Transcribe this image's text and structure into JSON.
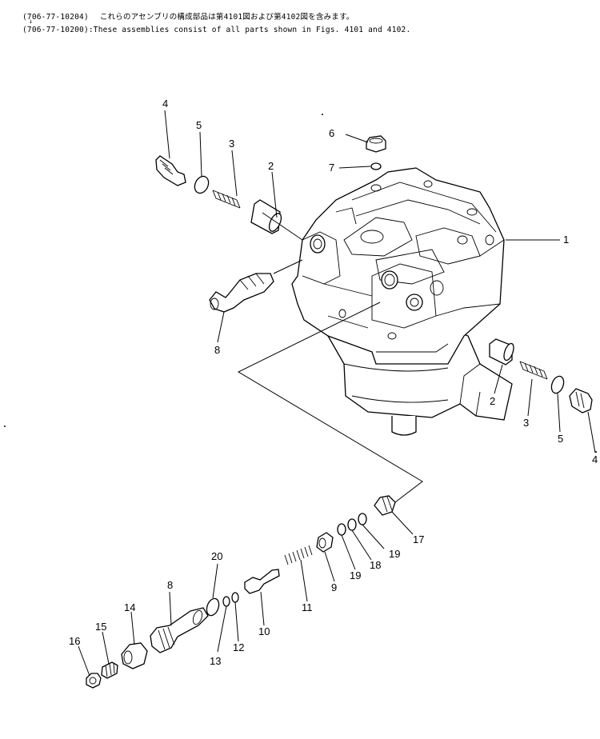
{
  "header": {
    "line1": "(706-77-10204)",
    "line1_jp": "これらのアセンブリの構成部品は第4101図および第4102図を含みます。",
    "line2_mark": "↓",
    "line2": "(706-77-10200):These assemblies consist of all parts shown in Figs. 4101 and 4102."
  },
  "callouts": {
    "c1": "1",
    "c2a": "2",
    "c2b": "2",
    "c3a": "3",
    "c3b": "3",
    "c4a": "4",
    "c4b": "4",
    "c5a": "5",
    "c5b": "5",
    "c6": "6",
    "c7": "7",
    "c8a": "8",
    "c8b": "8",
    "c9": "9",
    "c10": "10",
    "c11": "11",
    "c12": "12",
    "c13": "13",
    "c14": "14",
    "c15": "15",
    "c16": "16",
    "c17": "17",
    "c18": "18",
    "c19a": "19",
    "c19b": "19",
    "c20": "20"
  }
}
